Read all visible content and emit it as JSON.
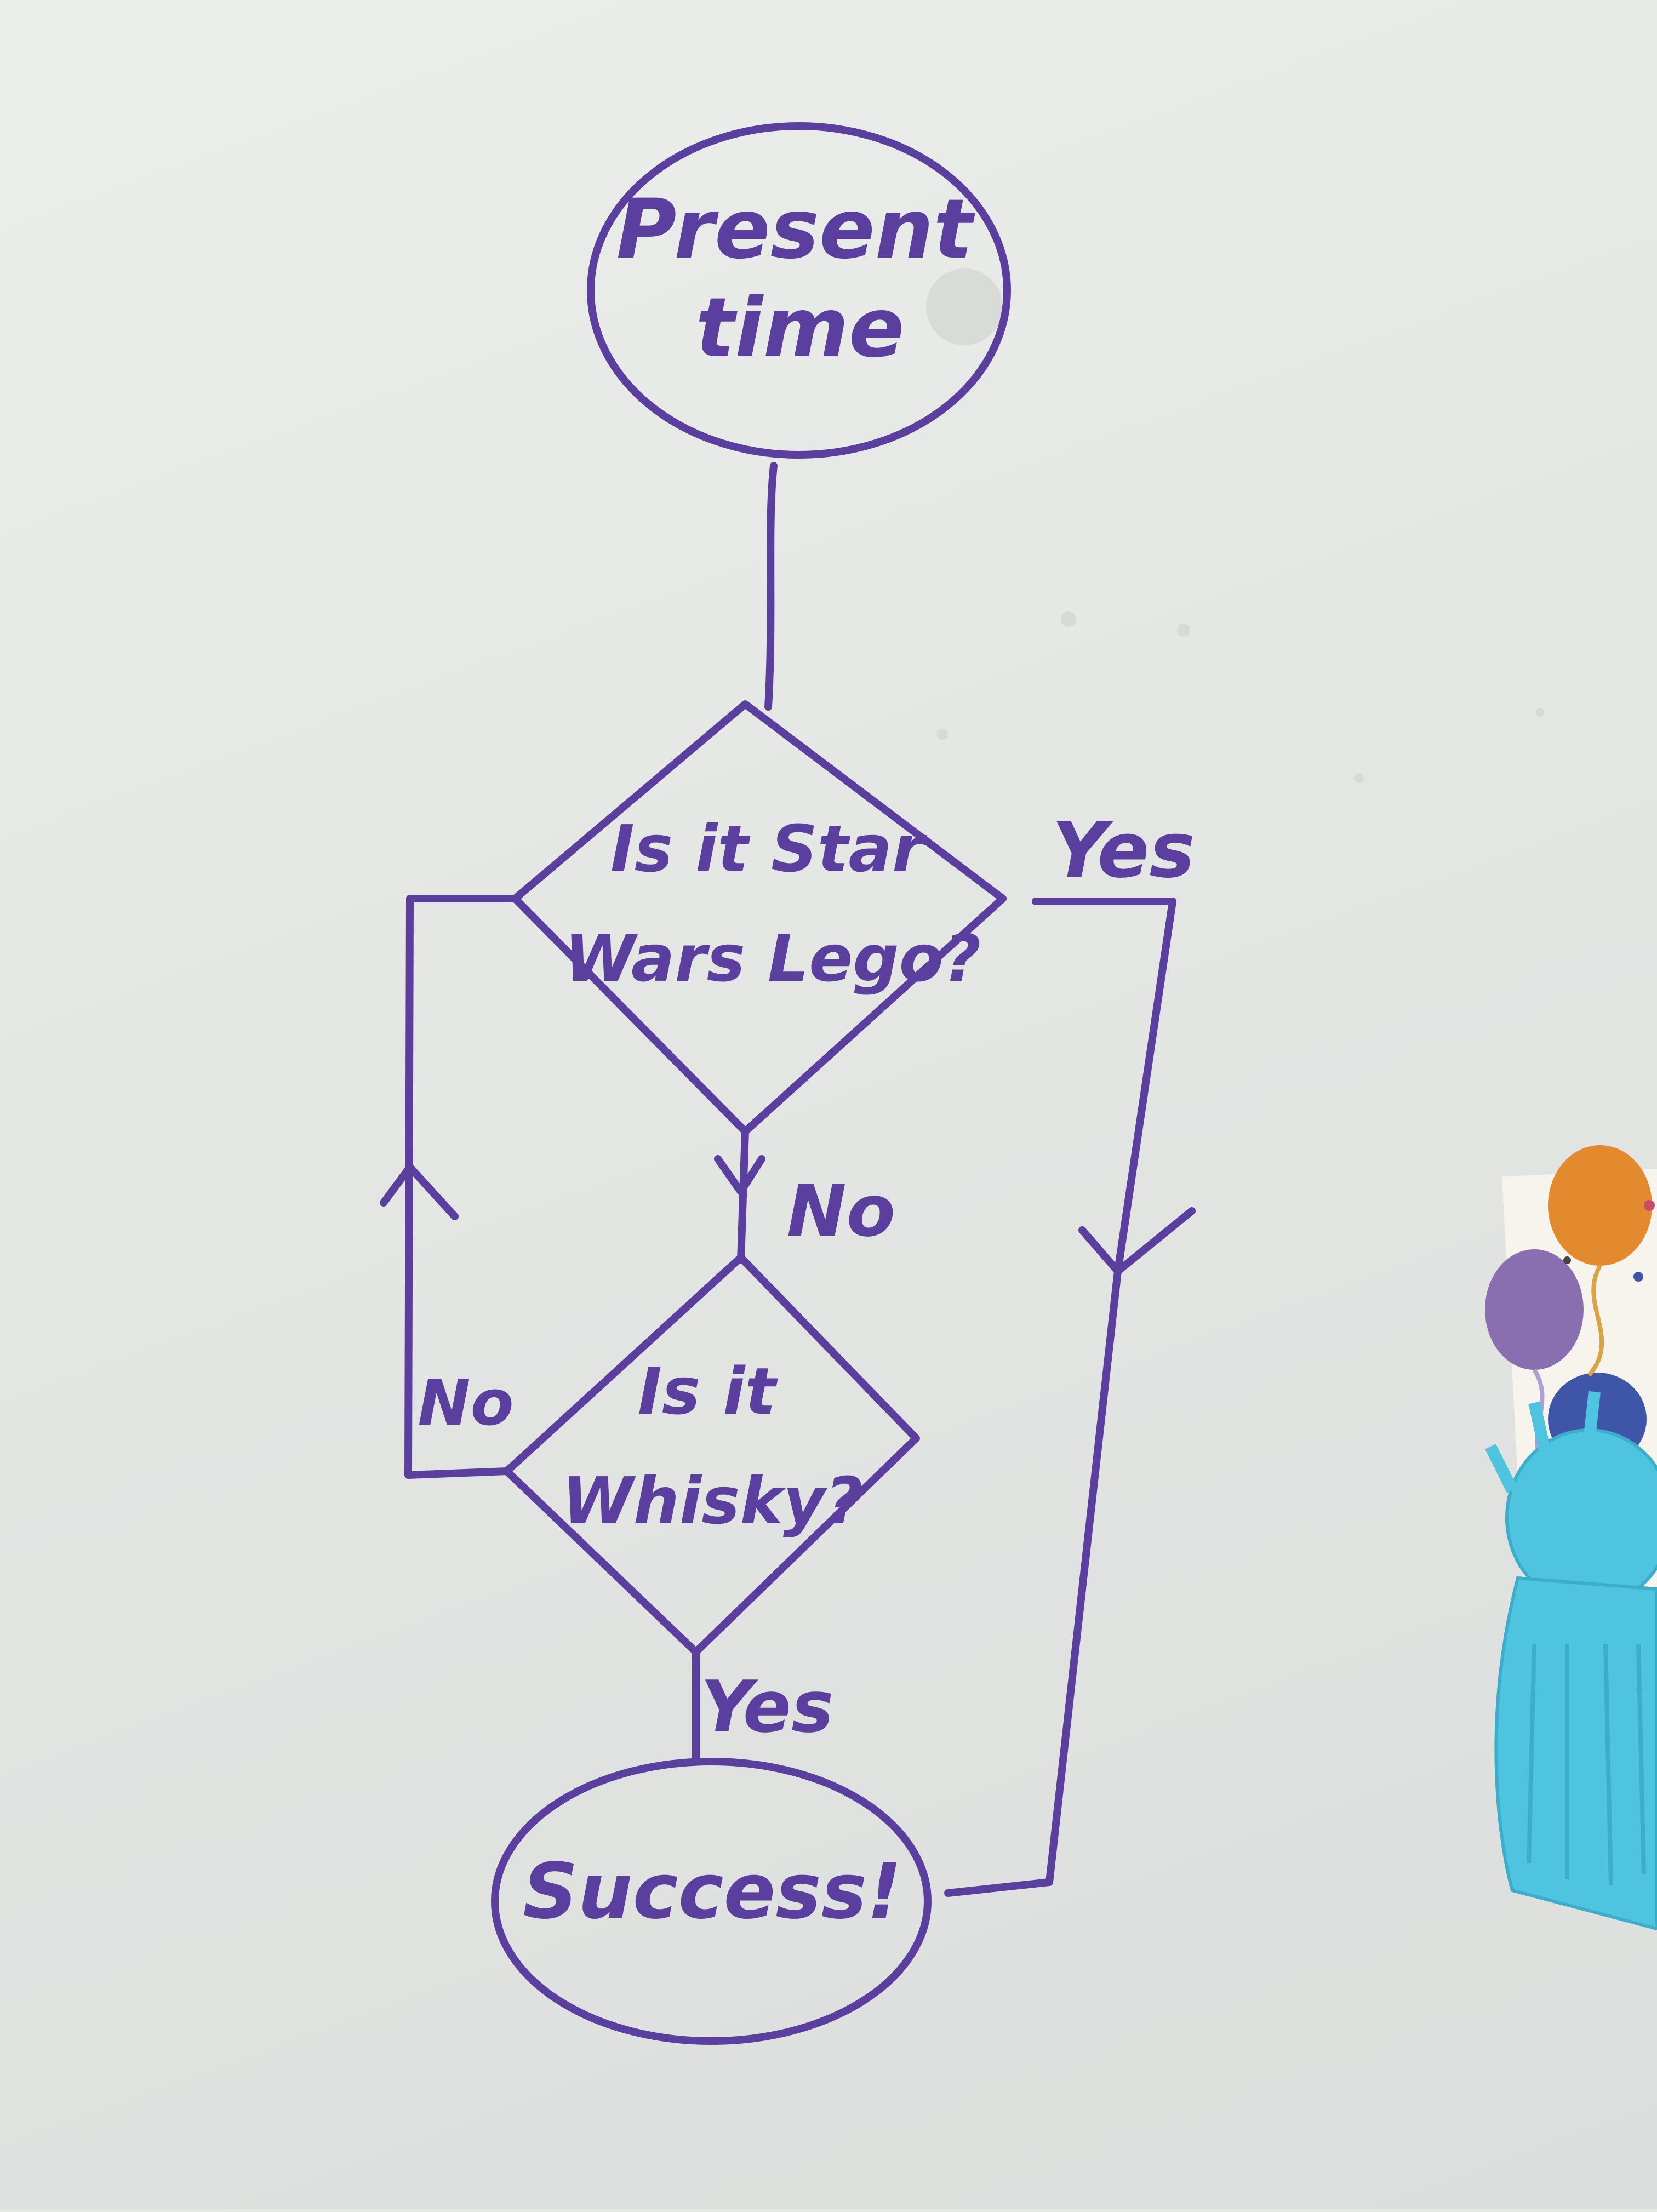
{
  "nodes": {
    "start": {
      "line1": "Present",
      "line2": "time"
    },
    "decision_lego": {
      "line1": "Is it Star",
      "line2": "Wars Lego?"
    },
    "decision_whisky": {
      "line1": "Is it",
      "line2": "Whisky?"
    },
    "end": {
      "label": "Success!"
    }
  },
  "edges": {
    "lego_yes": "Yes",
    "lego_no": "No",
    "whisky_no": "No",
    "whisky_yes": "Yes"
  },
  "colors": {
    "ink": "#5b3f9e",
    "board": "#e6e8e6",
    "card_orange": "#e48a2e",
    "card_purple": "#8a6fb0",
    "card_blue": "#3f55a8",
    "yarn": "#4ec4e0"
  }
}
